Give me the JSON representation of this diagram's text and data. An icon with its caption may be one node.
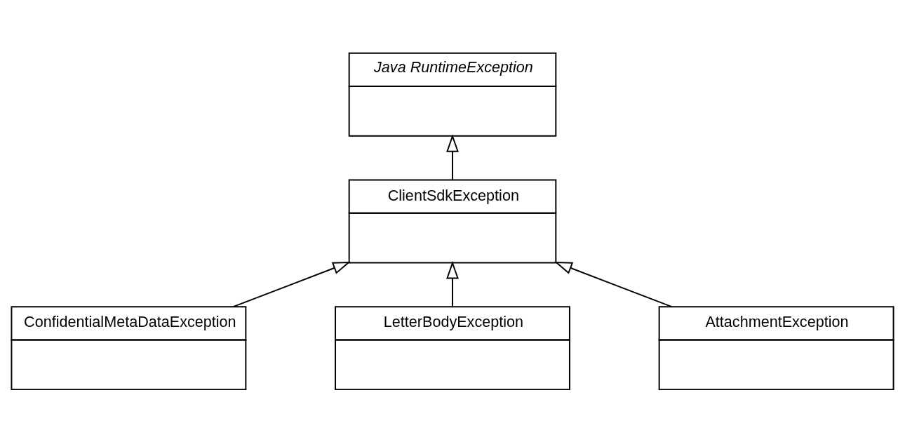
{
  "diagram": {
    "nodes": [
      {
        "text": [
          "Java RuntimeException"
        ]
      },
      {
        "text": [
          "ClientSdkException"
        ]
      },
      {
        "text": [
          "ConfidentialMetaDataException"
        ]
      },
      {
        "text": [
          "LetterBodyException"
        ]
      },
      {
        "text": [
          "AttachmentException"
        ]
      }
    ],
    "edges": [
      {
        "from": 1,
        "to": 0,
        "arrow": "to"
      },
      {
        "from": 2,
        "to": 1,
        "arrow": "to"
      },
      {
        "from": 3,
        "to": 1,
        "arrow": "to"
      },
      {
        "from": 4,
        "to": 1,
        "arrow": "to"
      }
    ]
  }
}
